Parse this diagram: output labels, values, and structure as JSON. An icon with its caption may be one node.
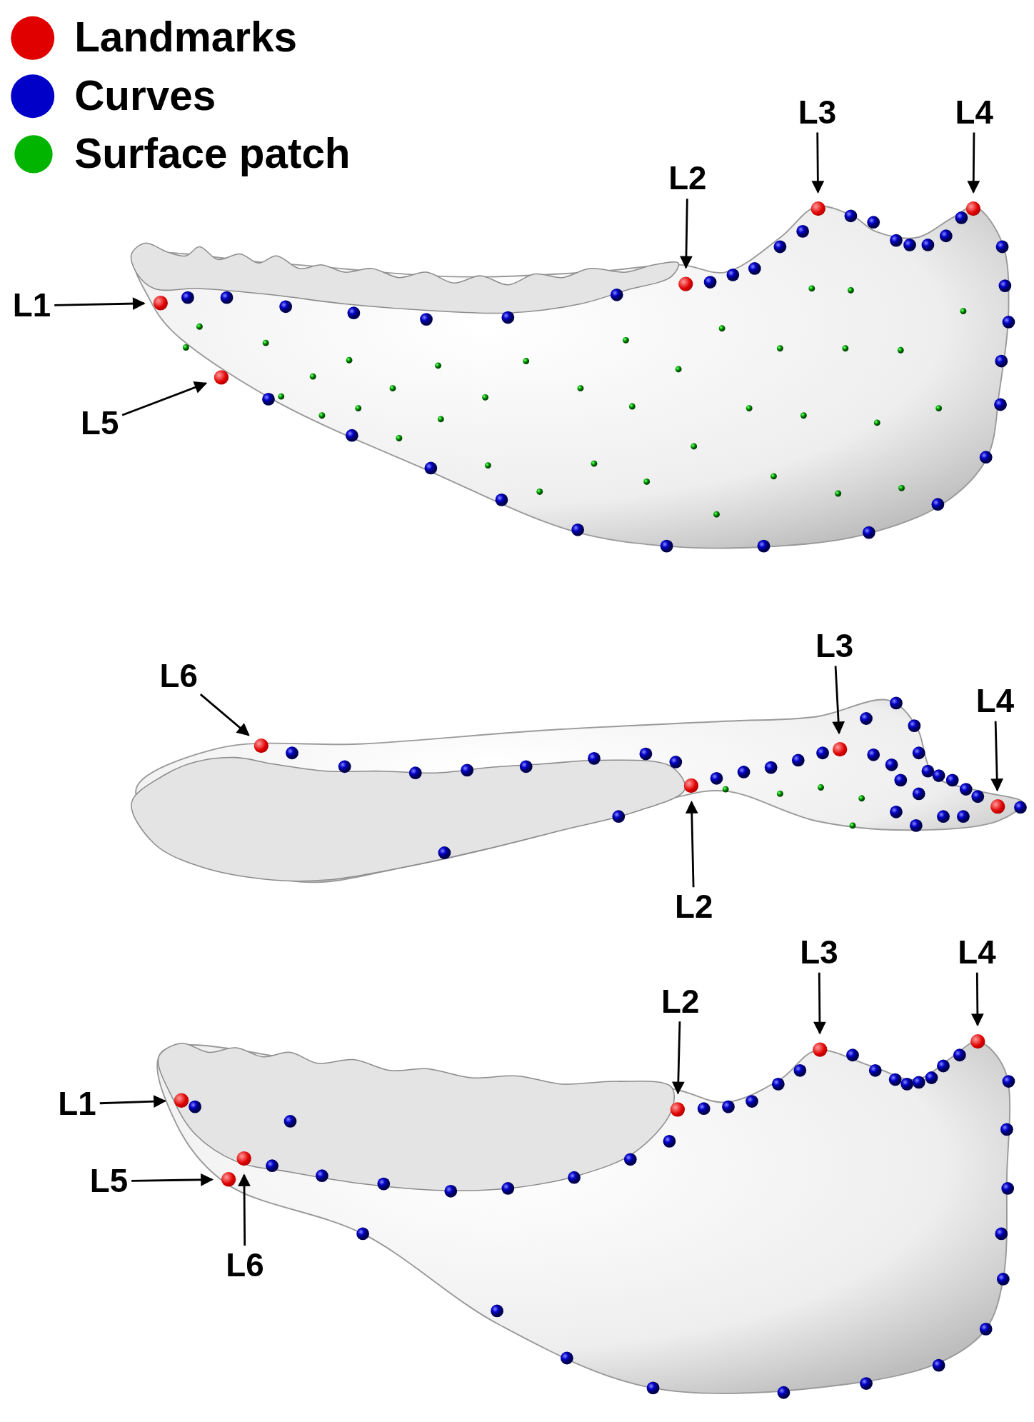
{
  "diagram": {
    "nodes": [
      {
        "text": [
          "L3"
        ]
      },
      {
        "text": [],
        "shape": "circle"
      },
      {
        "text": [
          "L4"
        ]
      },
      {
        "text": [],
        "shape": "circle"
      },
      {
        "text": [
          "L2"
        ]
      },
      {
        "text": [],
        "shape": "circle"
      },
      {
        "text": [
          "L1"
        ]
      },
      {
        "text": [],
        "shape": "circle"
      },
      {
        "text": [
          "L5"
        ]
      },
      {
        "text": [],
        "shape": "circle"
      },
      {
        "text": [
          "L3"
        ]
      },
      {
        "text": [],
        "shape": "circle"
      },
      {
        "text": [
          "L6"
        ]
      },
      {
        "text": [],
        "shape": "circle"
      },
      {
        "text": [
          "L4"
        ]
      },
      {
        "text": [],
        "shape": "circle"
      },
      {
        "text": [
          "L2"
        ]
      },
      {
        "text": [],
        "shape": "circle"
      },
      {
        "text": [
          "L3"
        ]
      },
      {
        "text": [],
        "shape": "circle"
      },
      {
        "text": [
          "L4"
        ]
      },
      {
        "text": [],
        "shape": "circle"
      },
      {
        "text": [
          "L2"
        ]
      },
      {
        "text": [],
        "shape": "circle"
      },
      {
        "text": [
          "L1"
        ]
      },
      {
        "text": [],
        "shape": "circle"
      },
      {
        "text": [
          "L5"
        ]
      },
      {
        "text": [],
        "shape": "circle"
      },
      {
        "text": [
          "L6"
        ]
      },
      {
        "text": [],
        "shape": "circle"
      }
    ],
    "edges": [
      {
        "from": 0,
        "to": 1,
        "arrow": "to"
      },
      {
        "from": 2,
        "to": 3,
        "arrow": "to"
      },
      {
        "from": 4,
        "to": 5,
        "arrow": "to"
      },
      {
        "from": 6,
        "to": 7,
        "arrow": "to"
      },
      {
        "from": 8,
        "to": 9,
        "arrow": "to"
      },
      {
        "from": 10,
        "to": 11,
        "arrow": "to"
      },
      {
        "from": 12,
        "to": 13,
        "arrow": "to"
      },
      {
        "from": 14,
        "to": 15,
        "arrow": "to"
      },
      {
        "from": 16,
        "to": 17,
        "arrow": "to"
      },
      {
        "from": 18,
        "to": 19,
        "arrow": "to"
      },
      {
        "from": 20,
        "to": 21,
        "arrow": "to"
      },
      {
        "from": 22,
        "to": 23,
        "arrow": "to"
      },
      {
        "from": 24,
        "to": 25,
        "arrow": "to"
      },
      {
        "from": 26,
        "to": 27,
        "arrow": "to"
      },
      {
        "from": 28,
        "to": 29,
        "arrow": "to"
      }
    ],
    "legend": [
      {
        "text": "Landmarks",
        "color": "#e00000"
      },
      {
        "text": "Curves",
        "color": "#0000c8"
      },
      {
        "text": "Surface patch",
        "color": "#00b400"
      }
    ]
  }
}
